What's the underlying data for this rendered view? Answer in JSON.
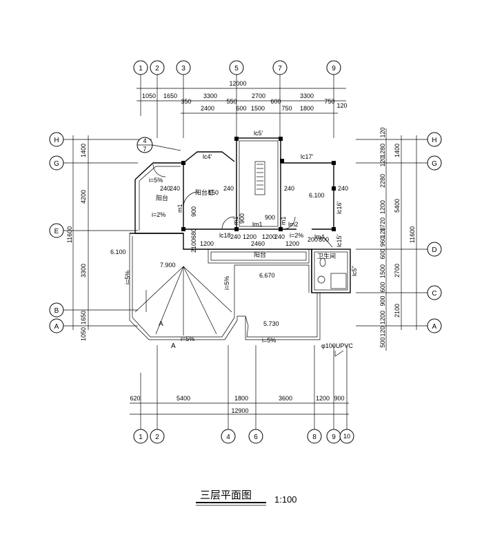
{
  "title": "三层平面图",
  "scale": "1:100",
  "axes_top": [
    "1",
    "2",
    "3",
    "5",
    "7",
    "9"
  ],
  "axes_bottom": [
    "1",
    "2",
    "4",
    "6",
    "8",
    "9",
    "10"
  ],
  "axes_left": [
    "H",
    "G",
    "E",
    "B",
    "A"
  ],
  "axes_right": [
    "H",
    "G",
    "D",
    "C",
    "A"
  ],
  "index_mark": {
    "top": "4",
    "bottom": "7"
  },
  "dims_top": {
    "overall": "12000",
    "row1": [
      "1050",
      "1650",
      "3300",
      "2700",
      "3300"
    ],
    "row2": [
      "350",
      "550",
      "600",
      "750",
      "120"
    ],
    "row3": [
      "2400",
      "600",
      "1500",
      "750",
      "1800"
    ]
  },
  "dims_bottom": {
    "row1": [
      "620",
      "5400",
      "1800",
      "3600",
      "1200",
      "900"
    ],
    "overall": "12900"
  },
  "dims_left": {
    "row1": [
      "1400",
      "4200",
      "3300",
      "1650",
      "1050"
    ],
    "overall": "11600"
  },
  "dims_right": {
    "row1": [
      "120",
      "1280",
      "120",
      "2280",
      "1200",
      "120",
      "960",
      "600",
      "1500",
      "600",
      "900",
      "1200",
      "120",
      "500"
    ],
    "row2": [
      "1400",
      "5400",
      "2700",
      "2100"
    ],
    "overall": "11600",
    "row0": [
      "1720",
      "120"
    ]
  },
  "labels": {
    "balcony1": "阳台",
    "balcony2": "阳台",
    "wc": "卫生间",
    "slope_small1": "i=5%",
    "slope_small2": "i=2%",
    "slope_left": "i=5%",
    "slope_mid": "i=5%",
    "slope_bottom1": "i=5%",
    "slope_bottom2": "i=5%",
    "slope_right": "i=2%",
    "elev_1": "6.100",
    "elev_2": "7.900",
    "elev_3": "6.670",
    "elev_4": "5.730",
    "elev_5": "6.100",
    "pipe": "φ100UPVC",
    "lc5": "lc5'",
    "lc4": "lc4'",
    "lc17": "lc17'",
    "lc16": "lc16'",
    "lc15": "lc15'",
    "lc5b": "lc5''",
    "lc18": "lc18",
    "lm1": "lm1",
    "lm2": "lm2",
    "lm4": "lm4",
    "m1a": "m1",
    "m1b": "m1",
    "m1c": "m1",
    "door_note": "阳台栏",
    "d150": "150",
    "d900a": "900",
    "d900b": "900",
    "d900c": "900",
    "d240": [
      "240",
      "240",
      "240",
      "240",
      "240",
      "240",
      "240"
    ],
    "d1200a": "1200",
    "d1200b": "1200",
    "d1200c": "1200",
    "d1200d": "1200",
    "d2460": "2460",
    "d200": "200",
    "d800": "800",
    "d2100": "2100",
    "d680": "680",
    "roof_a1": "A",
    "roof_a2": "A"
  }
}
